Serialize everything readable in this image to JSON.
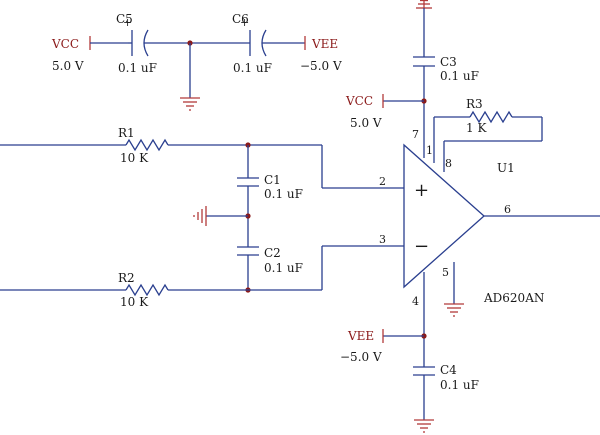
{
  "components": {
    "c5": {
      "ref": "C5",
      "value": "0.1 uF"
    },
    "c6": {
      "ref": "C6",
      "value": "0.1 uF"
    },
    "c3": {
      "ref": "C3",
      "value": "0.1 uF"
    },
    "c1": {
      "ref": "C1",
      "value": "0.1 uF"
    },
    "c2": {
      "ref": "C2",
      "value": "0.1 uF"
    },
    "c4": {
      "ref": "C4",
      "value": "0.1 uF"
    },
    "r1": {
      "ref": "R1",
      "value": "10 K"
    },
    "r2": {
      "ref": "R2",
      "value": "10 K"
    },
    "r3": {
      "ref": "R3",
      "value": "1 K"
    },
    "u1": {
      "ref": "U1",
      "part": "AD620AN"
    }
  },
  "power": {
    "vcc_top": {
      "name": "VCC",
      "voltage": "5.0 V"
    },
    "vee_top": {
      "name": "VEE",
      "voltage": "−5.0 V"
    },
    "vcc_amp": {
      "name": "VCC",
      "voltage": "5.0 V"
    },
    "vee_amp": {
      "name": "VEE",
      "voltage": "−5.0 V"
    }
  },
  "pins": {
    "p1": "1",
    "p2": "2",
    "p3": "3",
    "p4": "4",
    "p5": "5",
    "p6": "6",
    "p7": "7",
    "p8": "8"
  },
  "opamp": {
    "plus": "+",
    "minus": "−"
  },
  "colors": {
    "wire": "#2a3f8f",
    "power": "#b23a3a",
    "junction": "#8b1a1a"
  }
}
